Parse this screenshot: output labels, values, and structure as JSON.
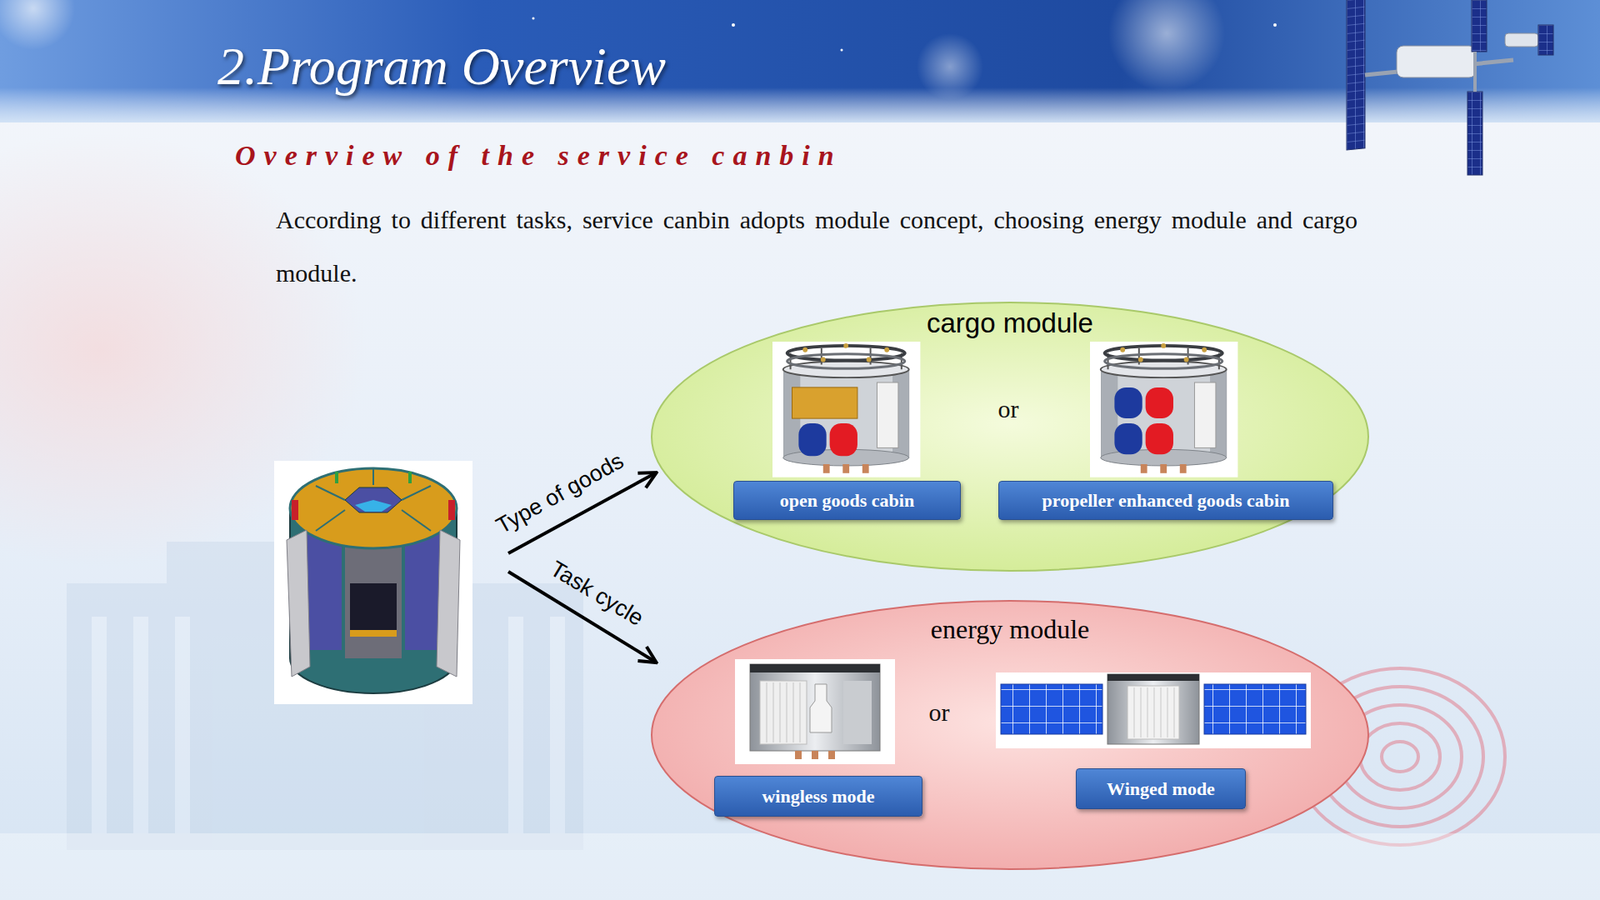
{
  "diagram": {
    "title": "2.Program Overview",
    "nodes": [
      {
        "text": [
          "cargo module"
        ]
      },
      {
        "text": [
          "open goods cabin"
        ],
        "in": 0
      },
      {
        "text": [
          "propeller enhanced goods cabin"
        ],
        "in": 0
      },
      {
        "text": [
          "energy module"
        ]
      },
      {
        "text": [
          "wingless mode"
        ],
        "in": 3
      },
      {
        "text": [
          "Winged mode"
        ],
        "in": 3
      }
    ],
    "labels": [
      "Overview of the service canbin",
      "According to different tasks, service canbin adopts module concept, choosing energy module and cargo module.",
      "Type of goods",
      "Task cycle",
      "or",
      "or"
    ]
  }
}
